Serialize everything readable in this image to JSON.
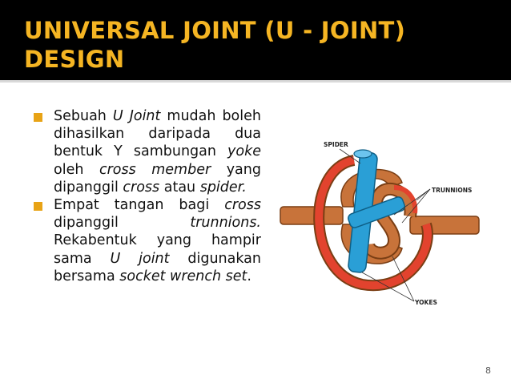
{
  "slide": {
    "title": "UNIVERSAL JOINT (U - JOINT) DESIGN",
    "page_number": "8",
    "accent_color": "#f5b523",
    "bullet_color": "#e8a316",
    "bullets": [
      {
        "segments": [
          {
            "text": "Sebuah ",
            "italic": false
          },
          {
            "text": "U Joint",
            "italic": true
          },
          {
            "text": " mudah boleh dihasilkan daripada dua bentuk Y sambungan ",
            "italic": false
          },
          {
            "text": "yoke",
            "italic": true
          },
          {
            "text": " oleh ",
            "italic": false
          },
          {
            "text": "cross member",
            "italic": true
          },
          {
            "text": " yang dipanggil ",
            "italic": false
          },
          {
            "text": "cross",
            "italic": true
          },
          {
            "text": " atau ",
            "italic": false
          },
          {
            "text": "spider.",
            "italic": true
          }
        ]
      },
      {
        "segments": [
          {
            "text": "Empat tangan bagi ",
            "italic": false
          },
          {
            "text": "cross",
            "italic": true
          },
          {
            "text": " dipanggil ",
            "italic": false
          },
          {
            "text": "trunnions.",
            "italic": true
          },
          {
            "text": " Rekabentuk yang hampir sama ",
            "italic": false
          },
          {
            "text": "U joint",
            "italic": true
          },
          {
            "text": " digunakan bersama ",
            "italic": false
          },
          {
            "text": "socket wrench set",
            "italic": true
          },
          {
            "text": ".",
            "italic": false
          }
        ]
      }
    ]
  },
  "figure": {
    "labels": {
      "spider": "SPIDER",
      "trunnions": "TRUNNIONS",
      "yokes": "YOKES"
    },
    "colors": {
      "yoke": "#c8733a",
      "yoke_edge": "#7a3e14",
      "ring": "#e2432e",
      "spider": "#2a9fd6"
    }
  }
}
